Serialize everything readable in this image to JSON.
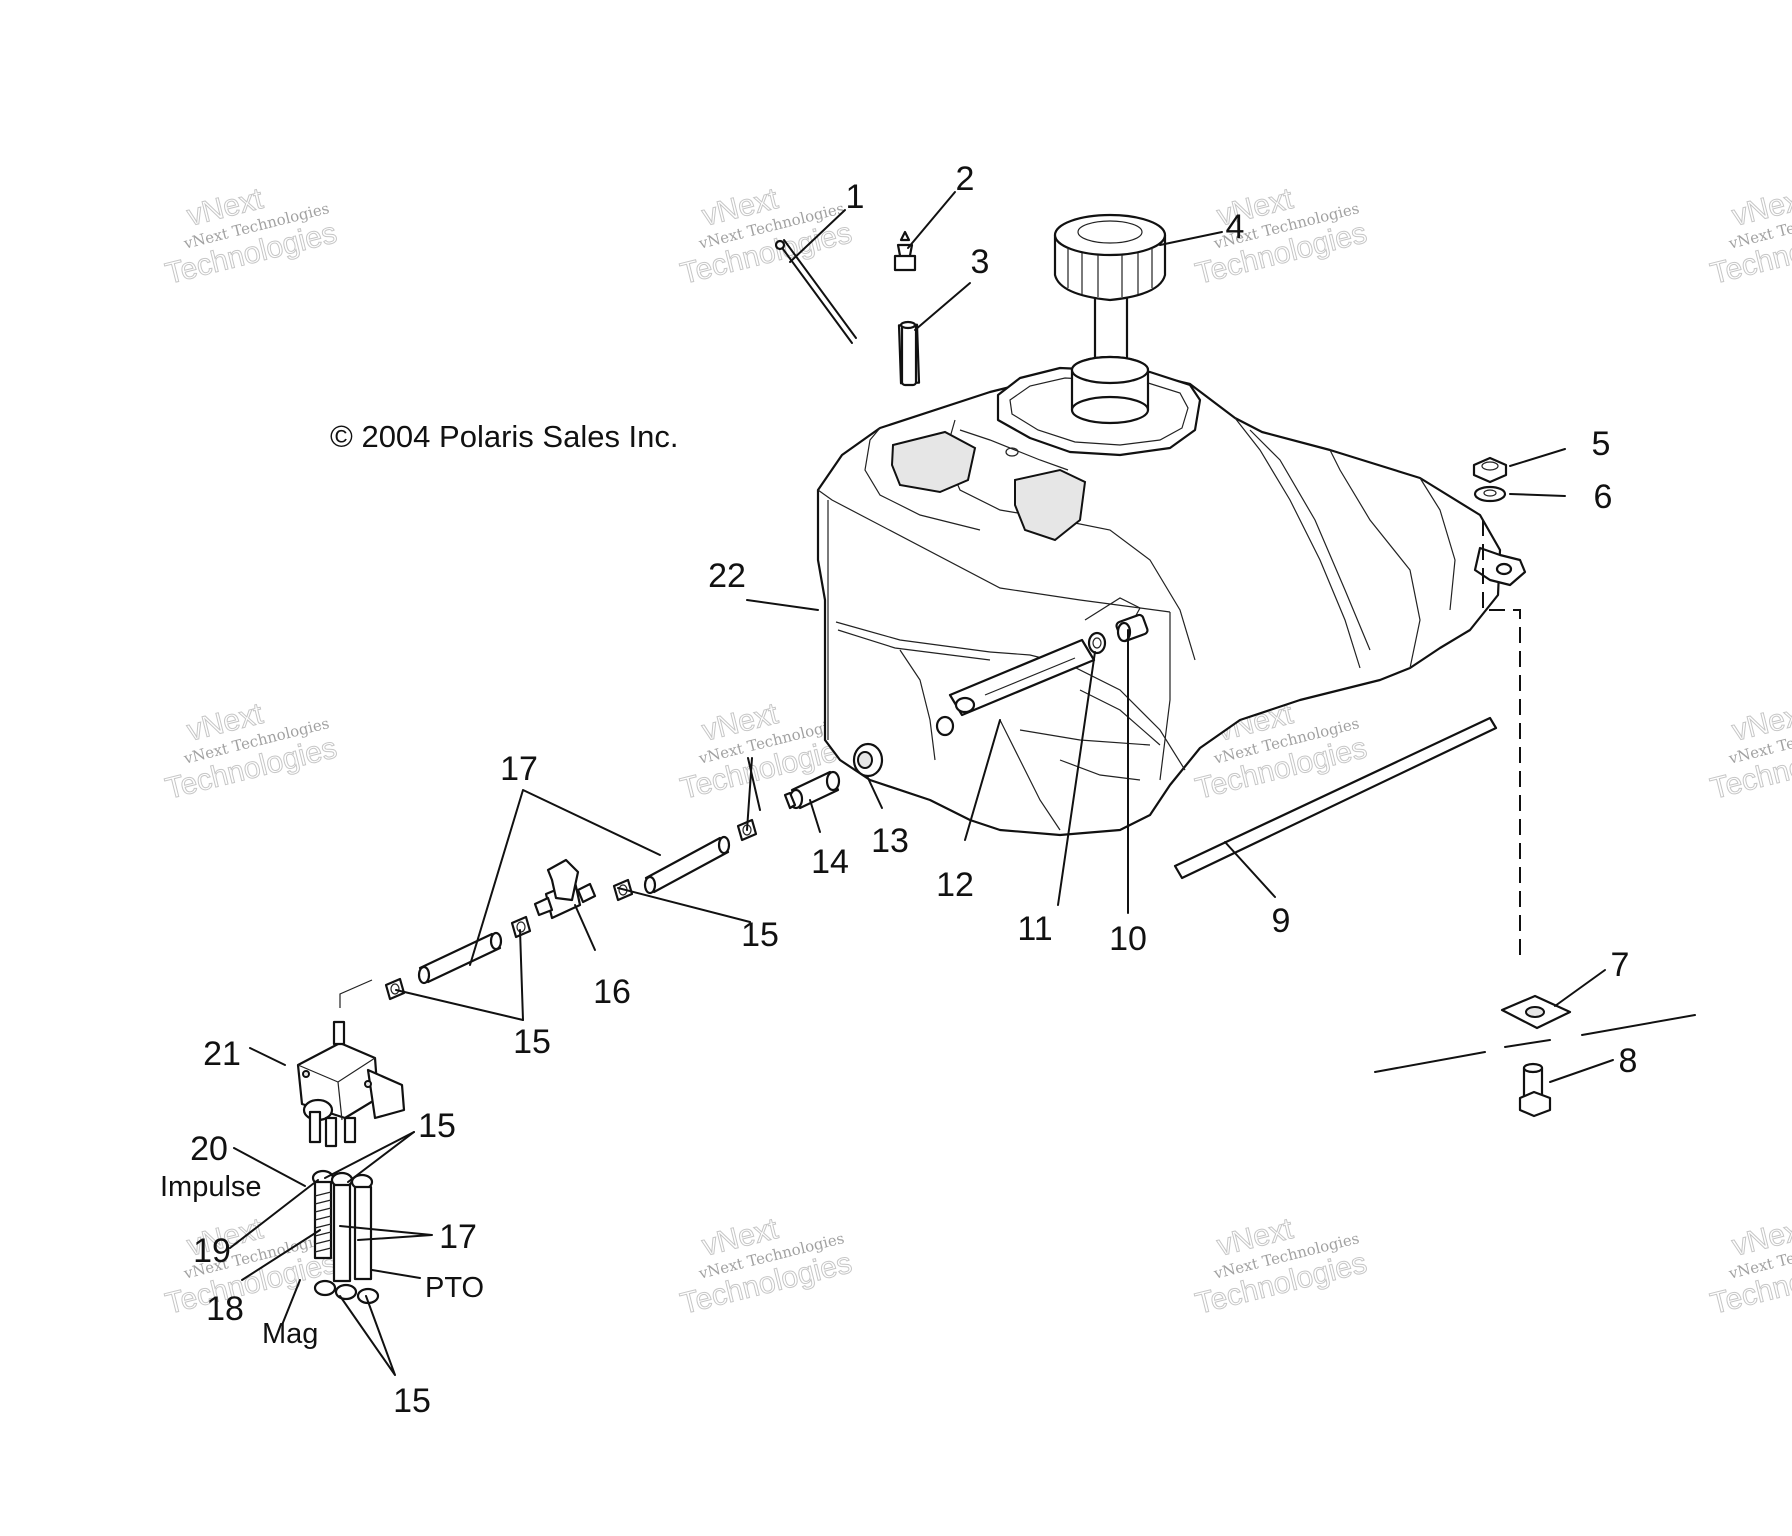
{
  "copyright": "© 2004 Polaris Sales Inc.",
  "watermark": {
    "line_small": "vNext Technologies",
    "word_top": "vNext",
    "word_bottom": "Technologies"
  },
  "callouts": {
    "c1": "1",
    "c2": "2",
    "c3": "3",
    "c4": "4",
    "c5": "5",
    "c6": "6",
    "c7": "7",
    "c8": "8",
    "c9": "9",
    "c10": "10",
    "c11": "11",
    "c12": "12",
    "c13": "13",
    "c14": "14",
    "c15a": "15",
    "c15b": "15",
    "c15c": "15",
    "c15d": "15",
    "c16": "16",
    "c17a": "17",
    "c17b": "17",
    "c18": "18",
    "c19": "19",
    "c20": "20",
    "c21": "21",
    "c22": "22"
  },
  "labels": {
    "impulse": "Impulse",
    "pto": "PTO",
    "mag": "Mag"
  }
}
